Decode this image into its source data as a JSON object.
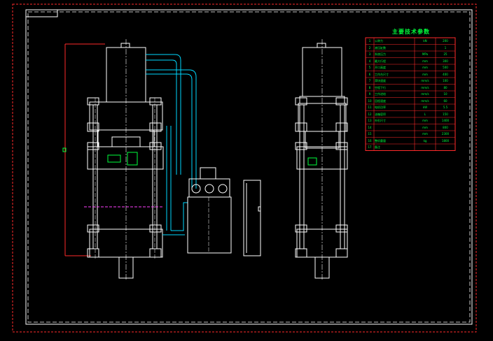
{
  "drawing": {
    "background": "#000000",
    "border_color": "#ff2a2a",
    "frame_color": "#ffffff",
    "line_color": "#ffffff",
    "highlight_color": "#00d9ff",
    "text_color": "#00ff3c",
    "dimension_color": "#ff2a2a",
    "centerline_color": "#ff40ff"
  },
  "param_table": {
    "title": "主要技术参数",
    "rows": [
      [
        "1",
        "公称力",
        "kN",
        "200"
      ],
      [
        "2",
        "液压缸数",
        "",
        "1"
      ],
      [
        "3",
        "系统压力",
        "MPa",
        "25"
      ],
      [
        "4",
        "最大行程",
        "mm",
        "300"
      ],
      [
        "5",
        "开口高度",
        "mm",
        "500"
      ],
      [
        "6",
        "工作台尺寸",
        "mm",
        "400"
      ],
      [
        "7",
        "滑块速度",
        "mm/s",
        "100"
      ],
      [
        "8",
        "空程下行",
        "mm/s",
        "80"
      ],
      [
        "9",
        "工作进给",
        "mm/s",
        "10"
      ],
      [
        "10",
        "回程速度",
        "mm/s",
        "60"
      ],
      [
        "11",
        "电机功率",
        "kW",
        "5.5"
      ],
      [
        "12",
        "油箱容积",
        "L",
        "150"
      ],
      [
        "13",
        "外形尺寸",
        "mm",
        "1400"
      ],
      [
        "14",
        "",
        "mm",
        "800"
      ],
      [
        "15",
        "",
        "mm",
        "2300"
      ],
      [
        "16",
        "整机重量",
        "kg",
        "1800"
      ],
      [
        "17",
        "备注",
        "",
        ""
      ]
    ]
  }
}
